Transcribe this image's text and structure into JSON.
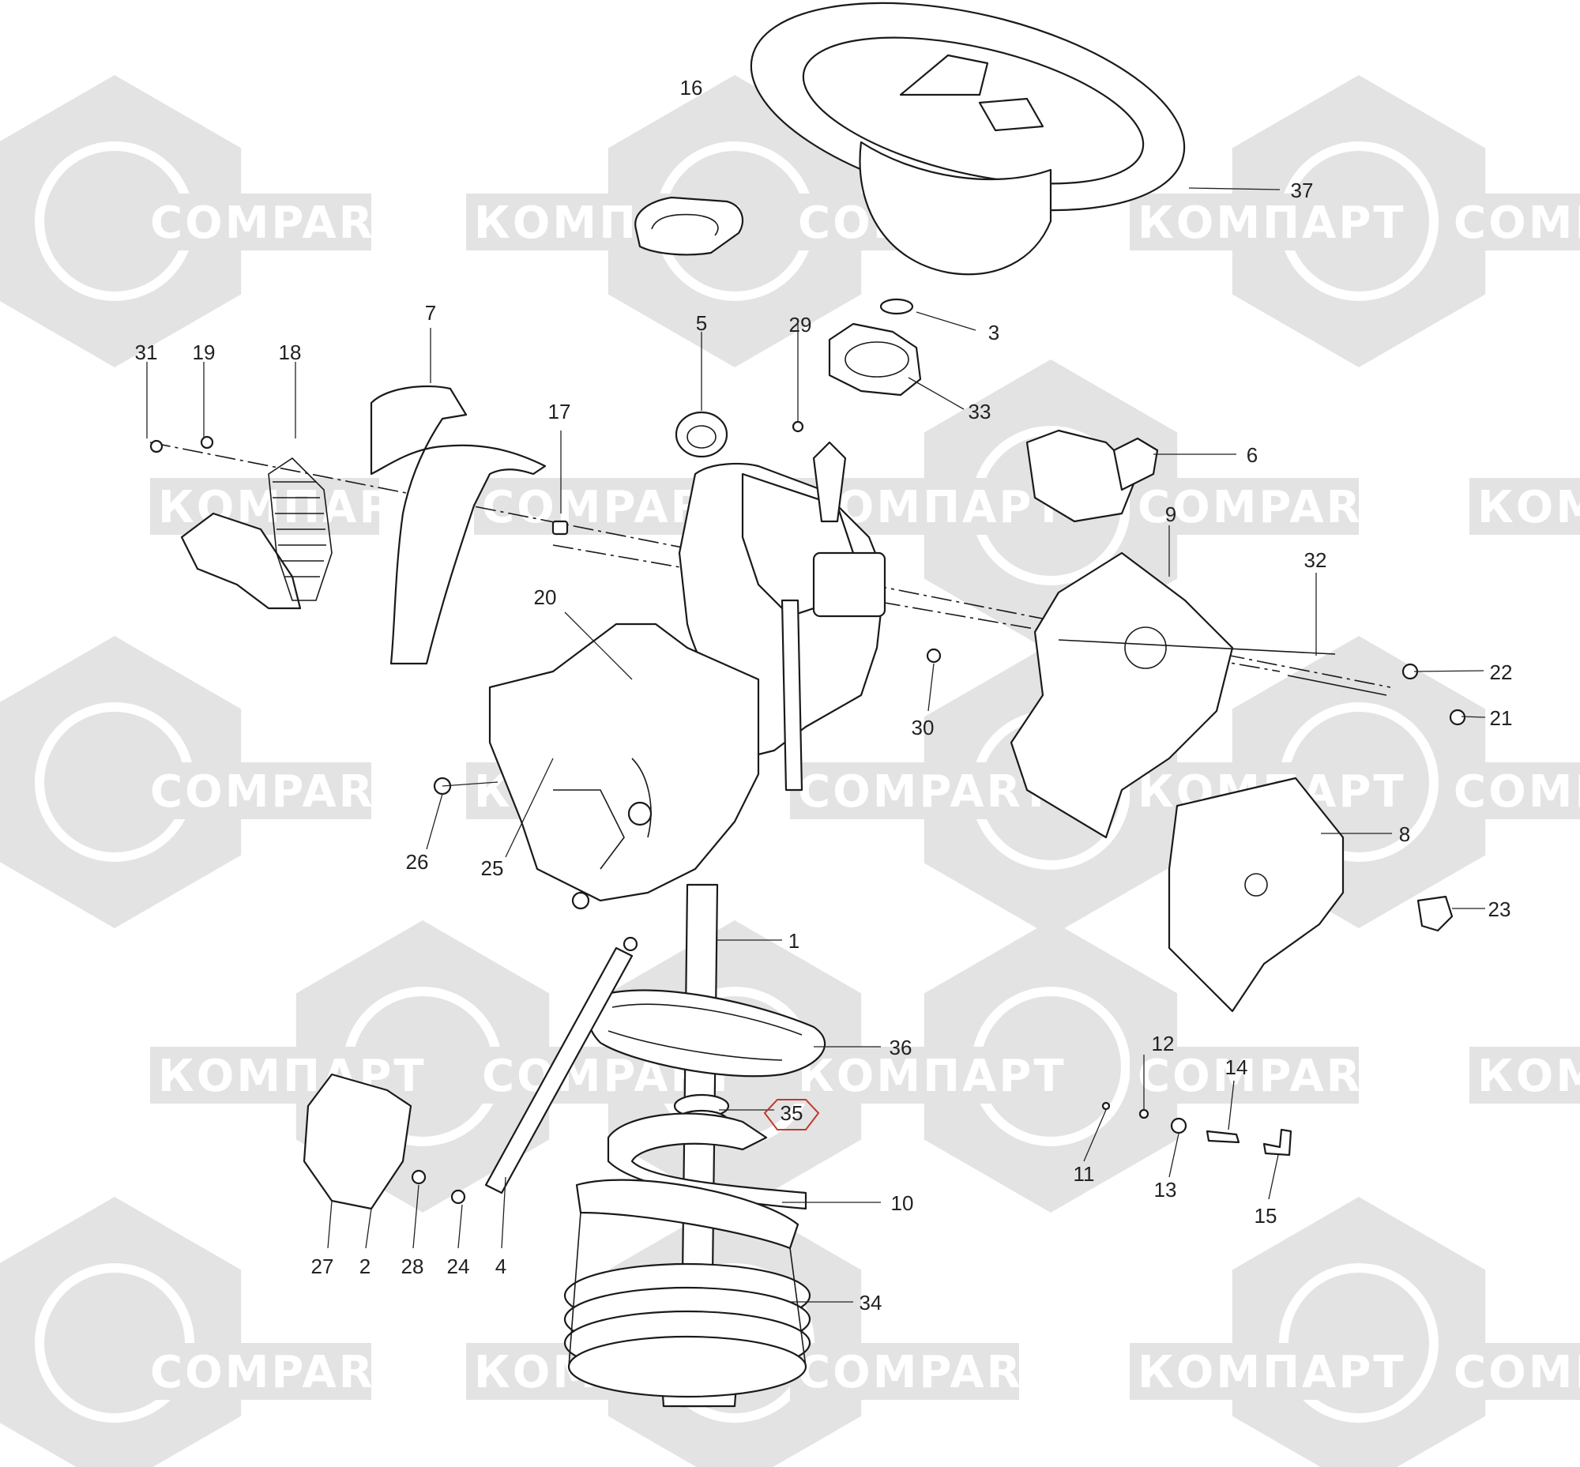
{
  "watermarks": {
    "latin": "COMPART",
    "cyrillic": "КОМПАРТ",
    "color": "#e3e3e3"
  },
  "highlight": {
    "label": "35",
    "color": "#c0392b"
  },
  "callouts": [
    "1",
    "2",
    "3",
    "4",
    "5",
    "6",
    "7",
    "8",
    "9",
    "10",
    "11",
    "12",
    "13",
    "14",
    "15",
    "16",
    "17",
    "18",
    "19",
    "20",
    "21",
    "22",
    "23",
    "24",
    "25",
    "26",
    "27",
    "28",
    "29",
    "30",
    "31",
    "32",
    "33",
    "34",
    "36",
    "37"
  ]
}
